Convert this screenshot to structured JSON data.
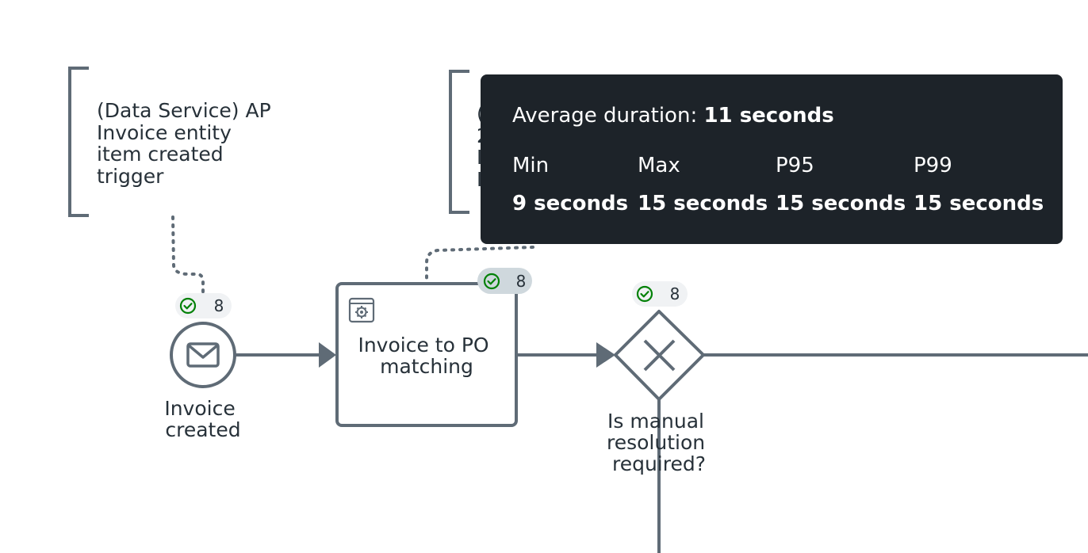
{
  "annotation_1": {
    "lines": [
      "(Data Service) AP",
      "Invoice  entity",
      "item created",
      "trigger"
    ]
  },
  "annotation_2": {
    "lines": [
      "(",
      "2",
      "I",
      "I"
    ]
  },
  "start_event": {
    "icon": "envelope-icon",
    "label_lines": [
      "Invoice",
      "created"
    ],
    "completed_count": "8"
  },
  "task": {
    "icon": "service-task-gear-icon",
    "label_lines": [
      "Invoice to PO",
      "matching"
    ],
    "completed_count": "8"
  },
  "gateway": {
    "icon": "exclusive-x-icon",
    "label_lines": [
      "Is manual",
      "resolution",
      "required?"
    ],
    "completed_count": "8"
  },
  "tooltip": {
    "avg_label": "Average duration:",
    "avg_value": "11 seconds",
    "stats": [
      {
        "label": "Min",
        "value": "9 seconds"
      },
      {
        "label": "Max",
        "value": "15 seconds"
      },
      {
        "label": "P95",
        "value": "15 seconds"
      },
      {
        "label": "P99",
        "value": "15 seconds"
      }
    ]
  },
  "colors": {
    "stroke": "#5f6b76",
    "text": "#273139",
    "badge_bg": "#f0f2f4",
    "badge_bg_active": "#cfd8dd",
    "check_green": "#038108",
    "tooltip_bg": "#1d2329",
    "tooltip_text": "#ffffff"
  }
}
